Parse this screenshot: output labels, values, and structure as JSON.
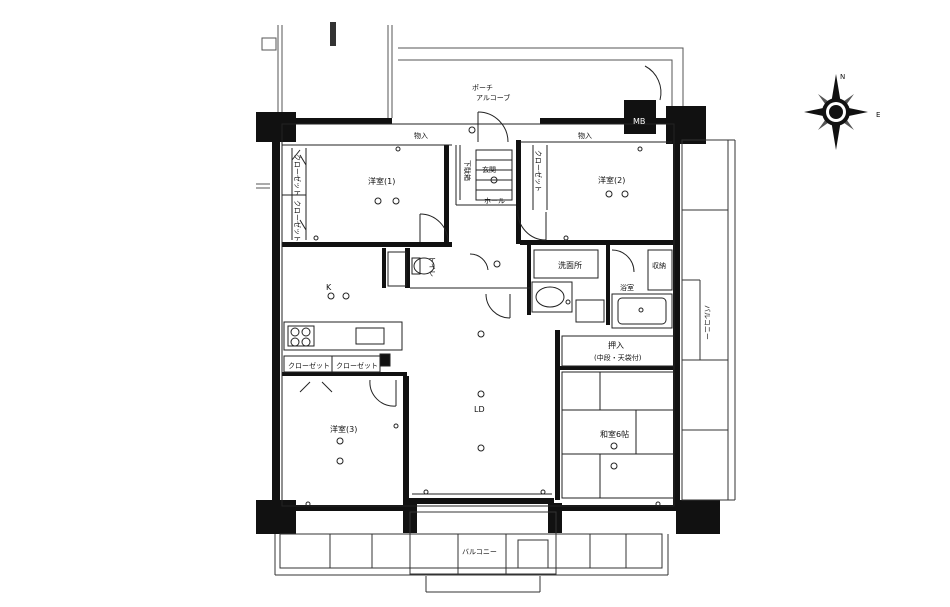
{
  "plan": {
    "rooms": {
      "western_1": "洋室(1)",
      "western_2": "洋室(2)",
      "western_3": "洋室(3)",
      "japanese": "和室6帖",
      "ldk_k": "K",
      "ldk_ld": "LD",
      "washroom": "洗面所",
      "bath": "浴室",
      "toilet": "トイレ",
      "hall": "ホール",
      "entrance": "玄関",
      "shoebox": "下駄箱",
      "storage_1": "物入",
      "storage_2": "物入",
      "storage_3": "収納"
    },
    "closets": {
      "c1a": "クローゼット",
      "c1b": "クローゼット",
      "c2": "クローゼット",
      "c3a": "クローゼット",
      "c3b": "クローゼット"
    },
    "oshiire": "押入",
    "oshiire_sub": "(中段・天袋付)",
    "balcony_east": "バルコニー",
    "balcony_south": "バルコニー",
    "porch": "ポーチ",
    "alcove": "アルコーブ",
    "mb": "MB",
    "compass": {
      "north": "N",
      "east": "E"
    }
  },
  "colors": {
    "wall": "#111111",
    "line": "#333333",
    "bg": "#ffffff"
  }
}
